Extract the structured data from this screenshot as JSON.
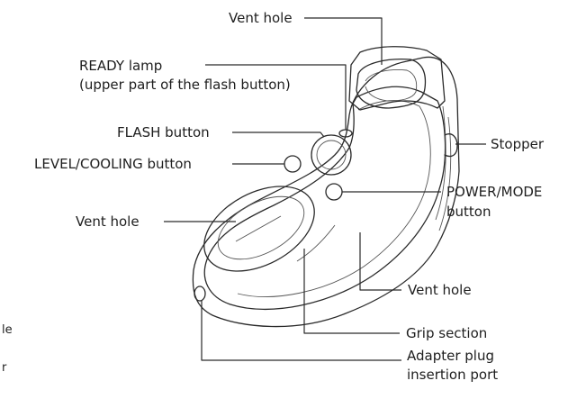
{
  "labels": {
    "vent_hole_top": "Vent hole",
    "ready_lamp_line1": "READY lamp",
    "ready_lamp_line2": "(upper part of the flash button)",
    "flash_button": "FLASH button",
    "level_cooling_button": "LEVEL/COOLING button",
    "vent_hole_left": "Vent hole",
    "stopper": "Stopper",
    "power_mode_line1": "POWER/MODE",
    "power_mode_line2": "button",
    "vent_hole_bottom": "Vent hole",
    "grip_section": "Grip section",
    "adapter_line1": "Adapter plug",
    "adapter_line2": "insertion port"
  },
  "edge_fragments": {
    "frag1": "le",
    "frag2": "r"
  }
}
